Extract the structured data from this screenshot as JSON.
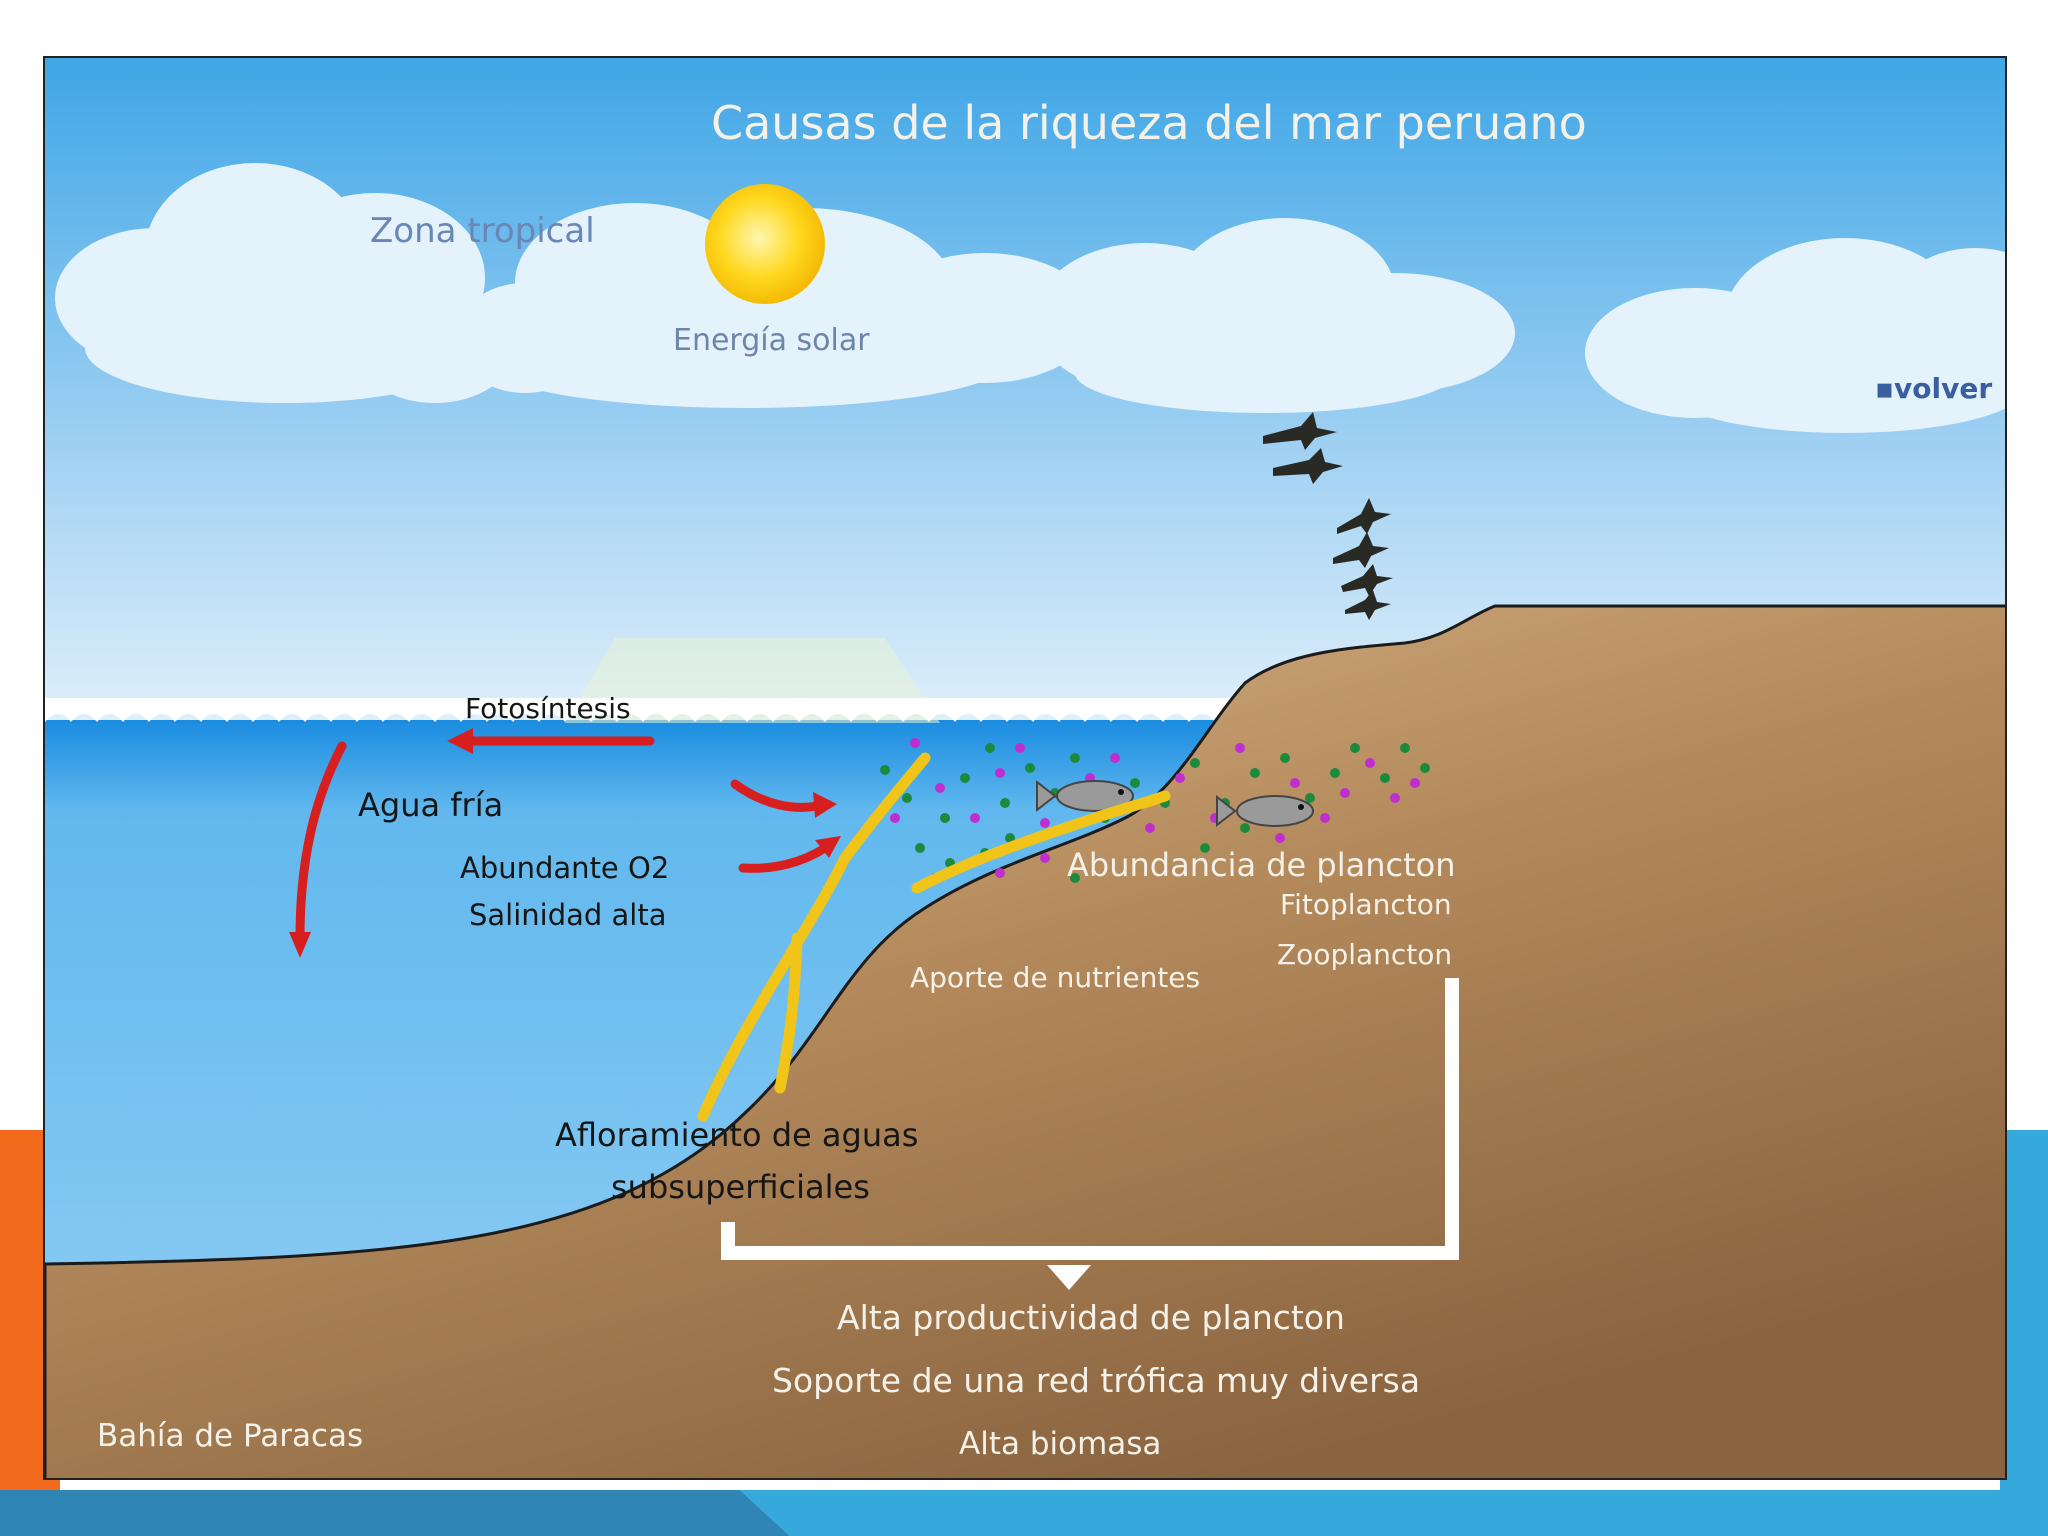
{
  "title": "Causas de la riqueza del mar peruano",
  "labels": {
    "zona_tropical": "Zona tropical",
    "energia_solar": "Energía solar",
    "fotosintesis": "Fotosíntesis",
    "agua_fria": "Agua fría",
    "abundante_o2": "Abundante O2",
    "salinidad_alta": "Salinidad alta",
    "abundancia_plancton": "Abundancia de plancton",
    "fitoplancton": "Fitoplancton",
    "zooplancton": "Zooplancton",
    "aporte_nutrientes": "Aporte de nutrientes",
    "afloramiento_1": "Afloramiento de aguas",
    "afloramiento_2": "subsuperficiales",
    "resultado_1": "Alta productividad de plancton",
    "resultado_2": "Soporte de una red trófica muy diversa",
    "resultado_3": "Alta biomasa",
    "bahia": "Bahía de Paracas"
  },
  "nav": {
    "volver": "volver"
  },
  "colors": {
    "sky_top": "#3fa6e6",
    "sky_bottom": "#ddeefa",
    "sea_surface": "#1f8fe0",
    "sea_deep": "#8ccdf3",
    "land_light": "#d9b88d",
    "land_dark": "#8b6540",
    "arrow_red": "#d81f1f",
    "upwelling": "#f0c419",
    "sun": "#ffd21a",
    "frame_orange": "#f26a1b",
    "frame_blue": "#35a9dc"
  }
}
